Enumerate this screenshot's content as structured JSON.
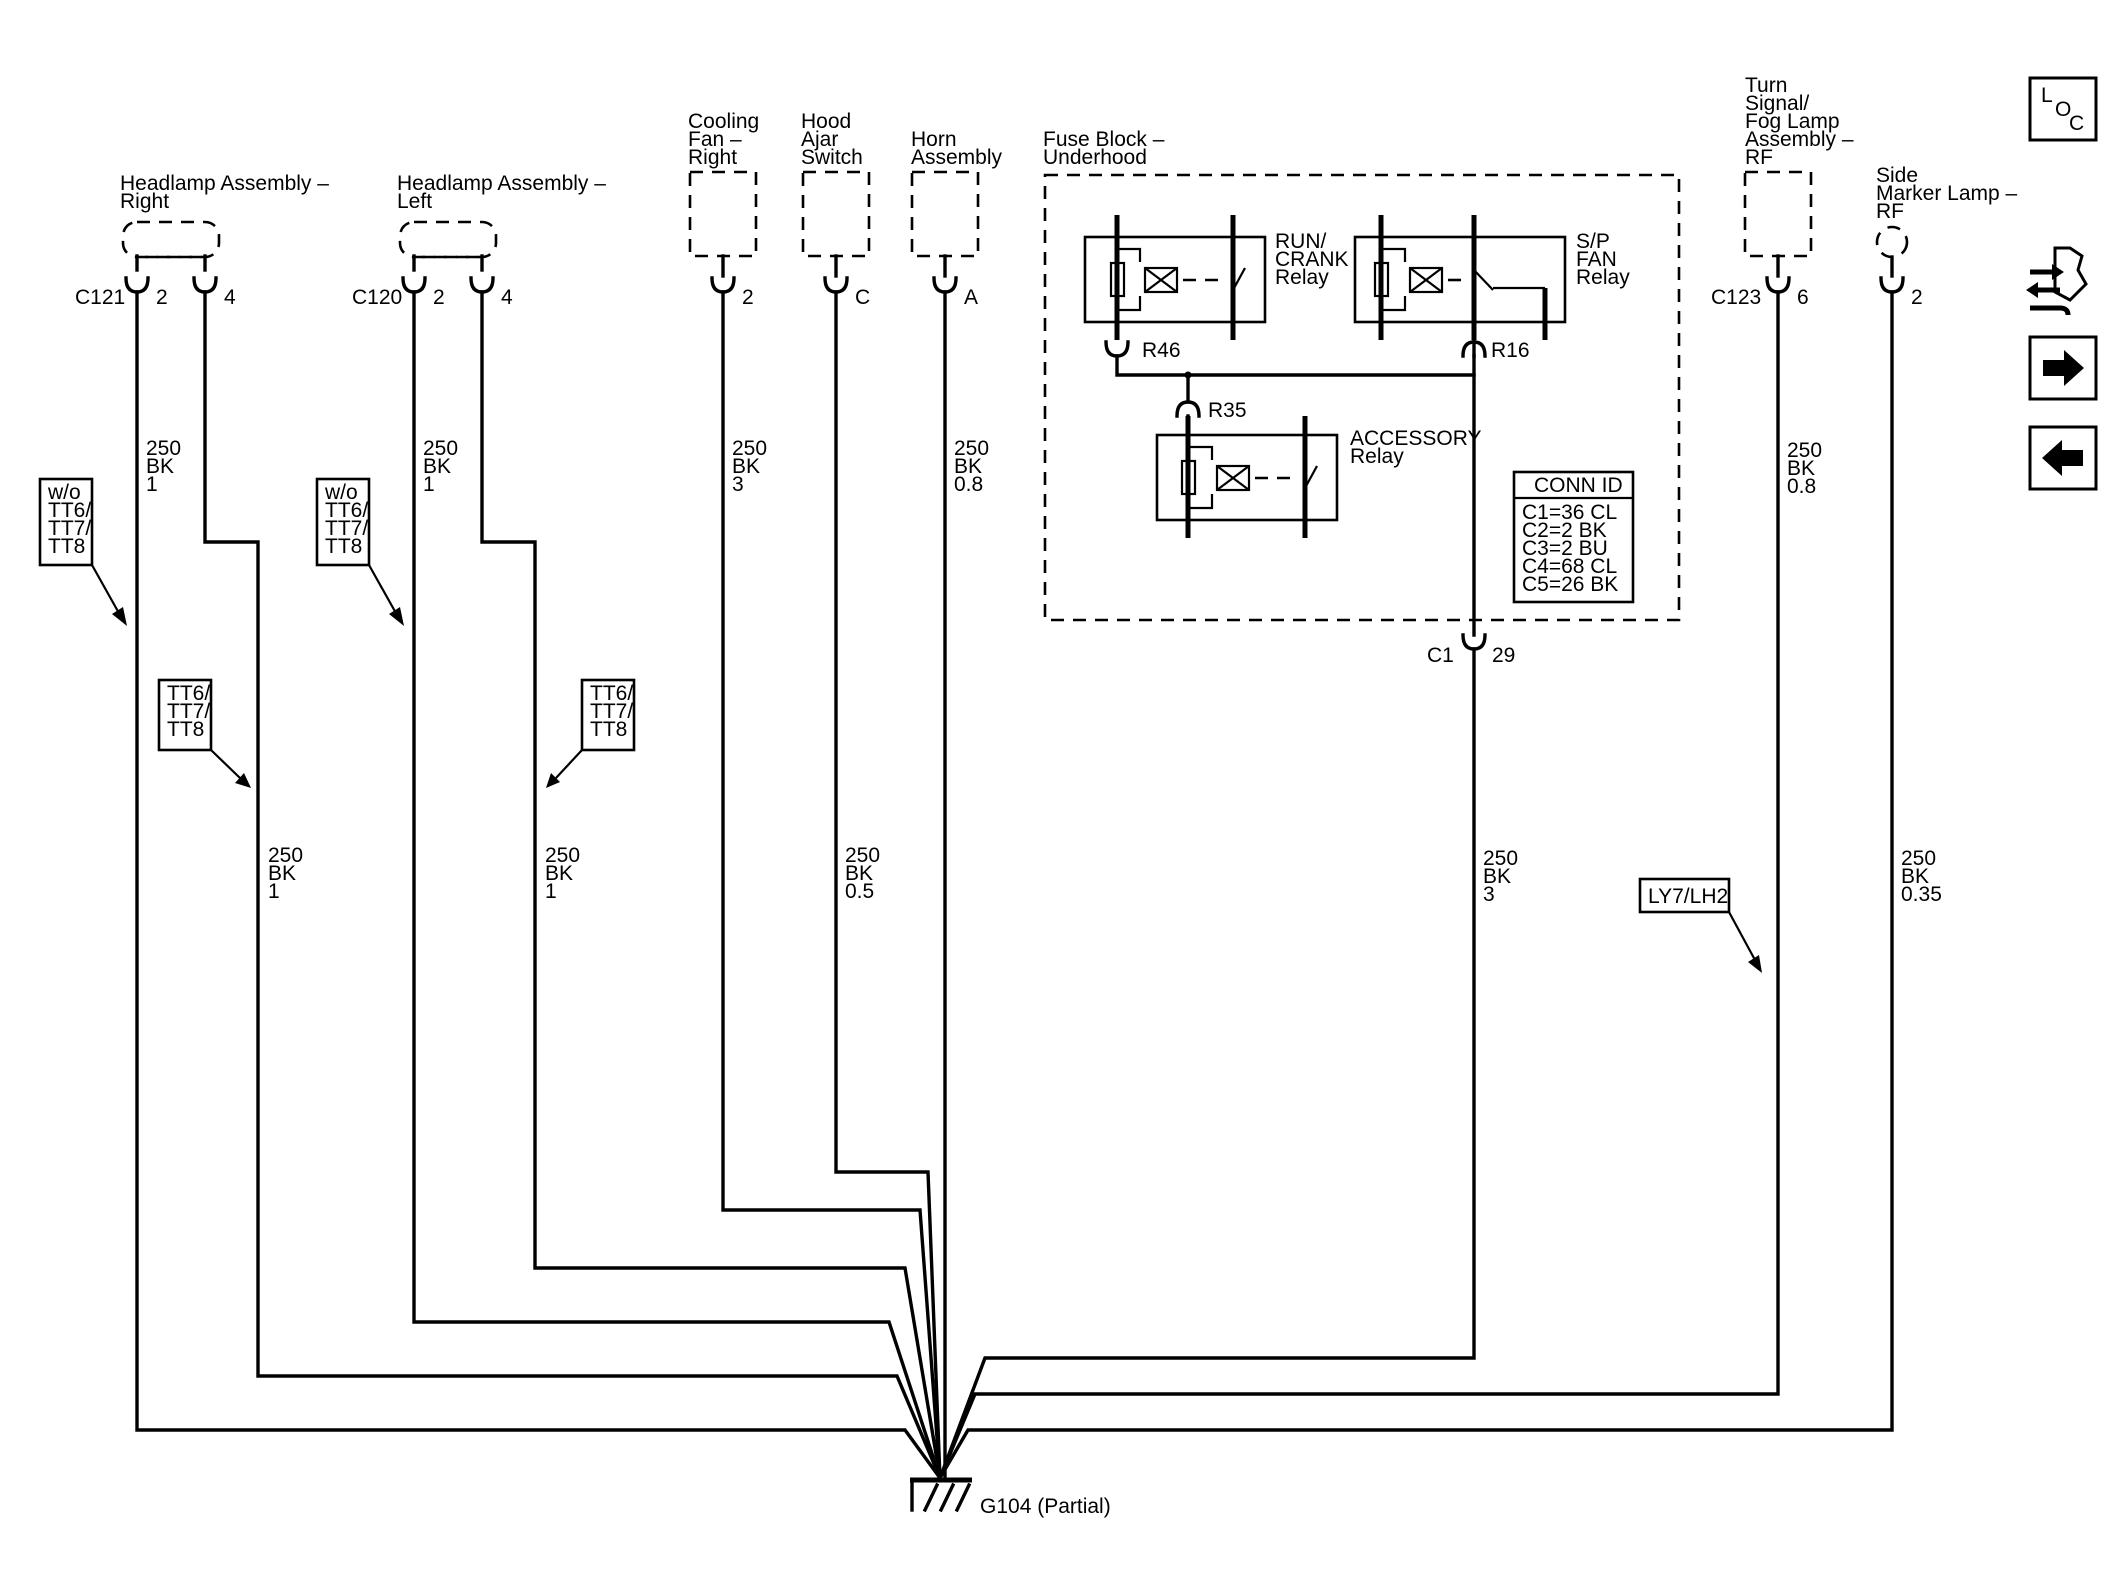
{
  "components": {
    "headlamp_right": [
      "Headlamp Assembly –",
      "Right"
    ],
    "headlamp_left": [
      "Headlamp Assembly –",
      "Left"
    ],
    "cooling_fan": [
      "Cooling",
      "Fan –",
      "Right"
    ],
    "hood_ajar": [
      "Hood",
      "Ajar",
      "Switch"
    ],
    "horn": [
      "Horn",
      "Assembly"
    ],
    "fuse_block": [
      "Fuse Block –",
      "Underhood"
    ],
    "turn_signal": [
      "Turn",
      "Signal/",
      "Fog Lamp",
      "Assembly –",
      "RF"
    ],
    "side_marker": [
      "Side",
      "Marker Lamp –",
      "RF"
    ]
  },
  "connectors": {
    "c121": "C121",
    "c120": "C120",
    "c123": "C123",
    "c1": "C1",
    "pin_2": "2",
    "pin_4": "4",
    "pin_c": "C",
    "pin_a": "A",
    "pin_6": "6",
    "pin_29": "29"
  },
  "wires": {
    "w1": [
      "250",
      "BK",
      "1"
    ],
    "w_0_8": [
      "250",
      "BK",
      "0.8"
    ],
    "w3": [
      "250",
      "BK",
      "3"
    ],
    "w_0_5": [
      "250",
      "BK",
      "0.5"
    ],
    "w_0_35": [
      "250",
      "BK",
      "0.35"
    ]
  },
  "options": {
    "without": [
      "w/o",
      "TT6/",
      "TT7/",
      "TT8"
    ],
    "with": [
      "TT6/",
      "TT7/",
      "TT8"
    ],
    "ly7": "LY7/LH2"
  },
  "relays": {
    "run_crank": [
      "RUN/",
      "CRANK",
      "Relay"
    ],
    "sp_fan": [
      "S/P",
      "FAN",
      "Relay"
    ],
    "accessory": [
      "ACCESSORY",
      "Relay"
    ],
    "r46": "R46",
    "r16": "R16",
    "r35": "R35"
  },
  "conn_id": {
    "title": "CONN ID",
    "rows": [
      "C1=36 CL",
      "C2=2 BK",
      "C3=2 BU",
      "C4=68 CL",
      "C5=26 BK"
    ]
  },
  "ground": "G104 (Partial)",
  "nav": {
    "loc": [
      "L",
      "O",
      "C"
    ]
  }
}
